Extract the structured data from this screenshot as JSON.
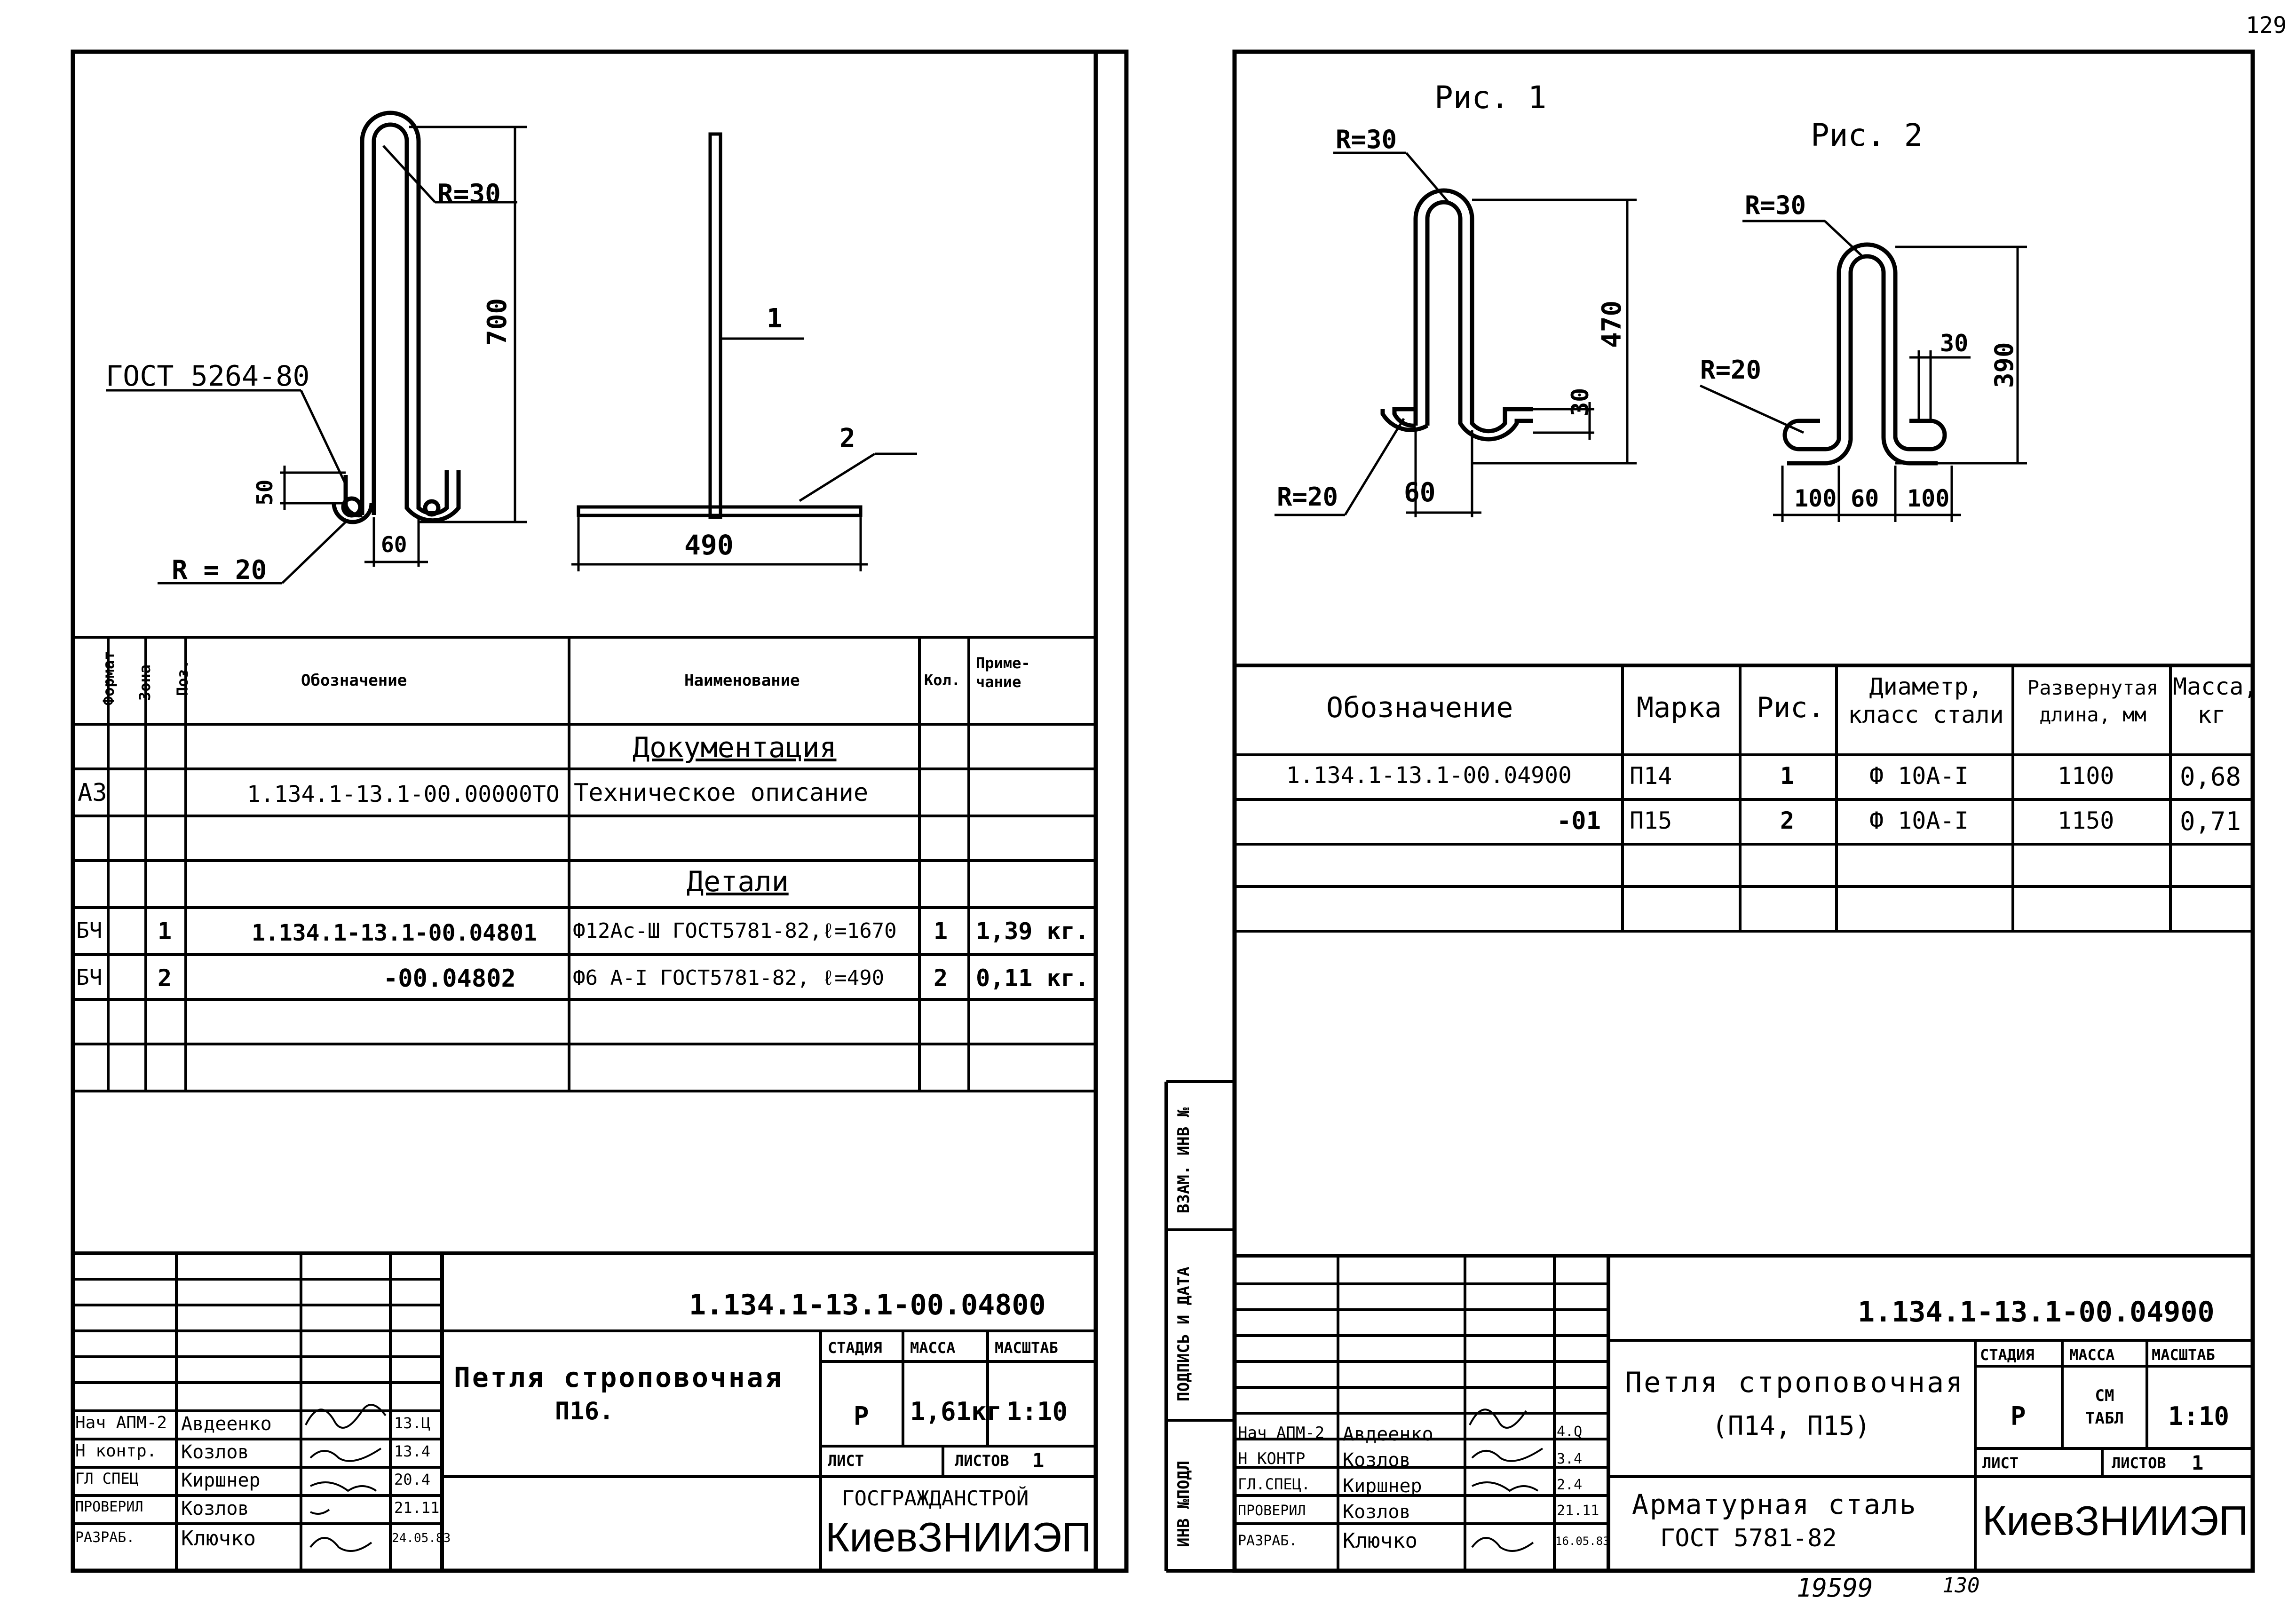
{
  "page_number": "129",
  "bottom_numbers": [
    "19599",
    "130"
  ],
  "left": {
    "callouts": {
      "gost": "ГОСТ 5264-80",
      "r30": "R=30",
      "r20": "R = 20",
      "dim700": "700",
      "dim50": "50",
      "dim60": "60",
      "dim490": "490",
      "pos1": "1",
      "pos2": "2"
    },
    "spec_headers": [
      "Формат",
      "Зона",
      "Поз.",
      "Обозначение",
      "Наименование",
      "Кол.",
      "Приме-\nчание"
    ],
    "spec_rows": [
      {
        "format": "",
        "zone": "",
        "pos": "",
        "code": "",
        "name": "Документация",
        "qty": "",
        "note": "",
        "heading": true
      },
      {
        "format": "А3",
        "zone": "",
        "pos": "",
        "code": "1.134.1-13.1-00.00000ТО",
        "name": "Техническое описание",
        "qty": "",
        "note": ""
      },
      {
        "format": "",
        "zone": "",
        "pos": "",
        "code": "",
        "name": "",
        "qty": "",
        "note": ""
      },
      {
        "format": "",
        "zone": "",
        "pos": "",
        "code": "",
        "name": "Детали",
        "qty": "",
        "note": "",
        "heading": true
      },
      {
        "format": "БЧ",
        "zone": "",
        "pos": "1",
        "code": "1.134.1-13.1-00.04801",
        "name": "Ф12Ас-Ш ГОСТ5781-82,ℓ=1670",
        "qty": "1",
        "note": "1,39 кг."
      },
      {
        "format": "БЧ",
        "zone": "",
        "pos": "2",
        "code": "-00.04802",
        "name": "Ф6 А-I ГОСТ5781-82, ℓ=490",
        "qty": "2",
        "note": "0,11 кг."
      },
      {
        "format": "",
        "zone": "",
        "pos": "",
        "code": "",
        "name": "",
        "qty": "",
        "note": ""
      },
      {
        "format": "",
        "zone": "",
        "pos": "",
        "code": "",
        "name": "",
        "qty": "",
        "note": ""
      }
    ],
    "title_block": {
      "doc_code": "1.134.1-13.1-00.04800",
      "title": "Петля строповочная",
      "subtitle": "П16.",
      "stage_label": "СТАДИЯ",
      "mass_label": "МАССА",
      "scale_label": "МАСШТАБ",
      "stage": "Р",
      "mass": "1,61кг",
      "scale": "1:10",
      "sheet_label": "ЛИСТ",
      "sheets_label": "ЛИСТОВ",
      "sheets": "1",
      "org": "ГОСГРАЖДАНСТРОЙ",
      "org2": "КиевЗНИИЭП",
      "people": [
        {
          "role": "Нач АПМ-2",
          "name": "Авдеенко",
          "date": "13.Ц"
        },
        {
          "role": "Н контр.",
          "name": "Козлов",
          "date": "13.4"
        },
        {
          "role": "ГЛ СПЕЦ",
          "name": "Киршнер",
          "date": "20.4"
        },
        {
          "role": "ПРОВЕРИЛ",
          "name": "Козлов",
          "date": "21.11"
        },
        {
          "role": "РАЗРАБ.",
          "name": "Ключко",
          "date": "24.05.83"
        }
      ]
    }
  },
  "right": {
    "fig1": {
      "title": "Рис. 1",
      "r30": "R=30",
      "r20": "R=20",
      "dim470": "470",
      "dim30": "30",
      "dim60": "60"
    },
    "fig2": {
      "title": "Рис. 2",
      "r30": "R=30",
      "r20": "R=20",
      "dim390": "390",
      "dim30": "30",
      "dim100a": "100",
      "dim60": "60",
      "dim100b": "100"
    },
    "table_headers": [
      "Обозначение",
      "Марка",
      "Рис.",
      "Диаметр,\nкласс стали",
      "Развернутая\nдлина, мм",
      "Масса,\nкг"
    ],
    "table_rows": [
      {
        "code": "1.134.1-13.1-00.04900",
        "mark": "П14",
        "fig": "1",
        "dia": "Ф 10А-I",
        "len": "1100",
        "mass": "0,68"
      },
      {
        "code": "-01",
        "mark": "П15",
        "fig": "2",
        "dia": "Ф 10А-I",
        "len": "1150",
        "mass": "0,71"
      },
      {
        "code": "",
        "mark": "",
        "fig": "",
        "dia": "",
        "len": "",
        "mass": ""
      },
      {
        "code": "",
        "mark": "",
        "fig": "",
        "dia": "",
        "len": "",
        "mass": ""
      }
    ],
    "side_labels": [
      "ВЗАМ. ИНВ №",
      "ПОДПИСЬ И ДАТА",
      "ИНВ №ПОДЛ"
    ],
    "title_block": {
      "doc_code": "1.134.1-13.1-00.04900",
      "title": "Петля строповочная",
      "subtitle": "(П14, П15)",
      "material": "Арматурная сталь",
      "material2": "ГОСТ 5781-82",
      "stage_label": "СТАДИЯ",
      "mass_label": "МАССА",
      "scale_label": "МАСШТАБ",
      "stage": "Р",
      "mass": "СМ\nТАБЛ",
      "scale": "1:10",
      "sheet_label": "ЛИСТ",
      "sheets_label": "ЛИСТОВ",
      "sheets": "1",
      "org2": "КиевЗНИИЭП",
      "people": [
        {
          "role": "Нач АПМ-2",
          "name": "Авдеенко",
          "date": "4.Q"
        },
        {
          "role": "Н КОНТР",
          "name": "Козлов",
          "date": "3.4"
        },
        {
          "role": "ГЛ.СПЕЦ.",
          "name": "Киршнер",
          "date": "2.4"
        },
        {
          "role": "ПРОВЕРИЛ",
          "name": "Козлов",
          "date": "21.11"
        },
        {
          "role": "РАЗРАБ.",
          "name": "Ключко",
          "date": "16.05.83"
        }
      ]
    }
  }
}
